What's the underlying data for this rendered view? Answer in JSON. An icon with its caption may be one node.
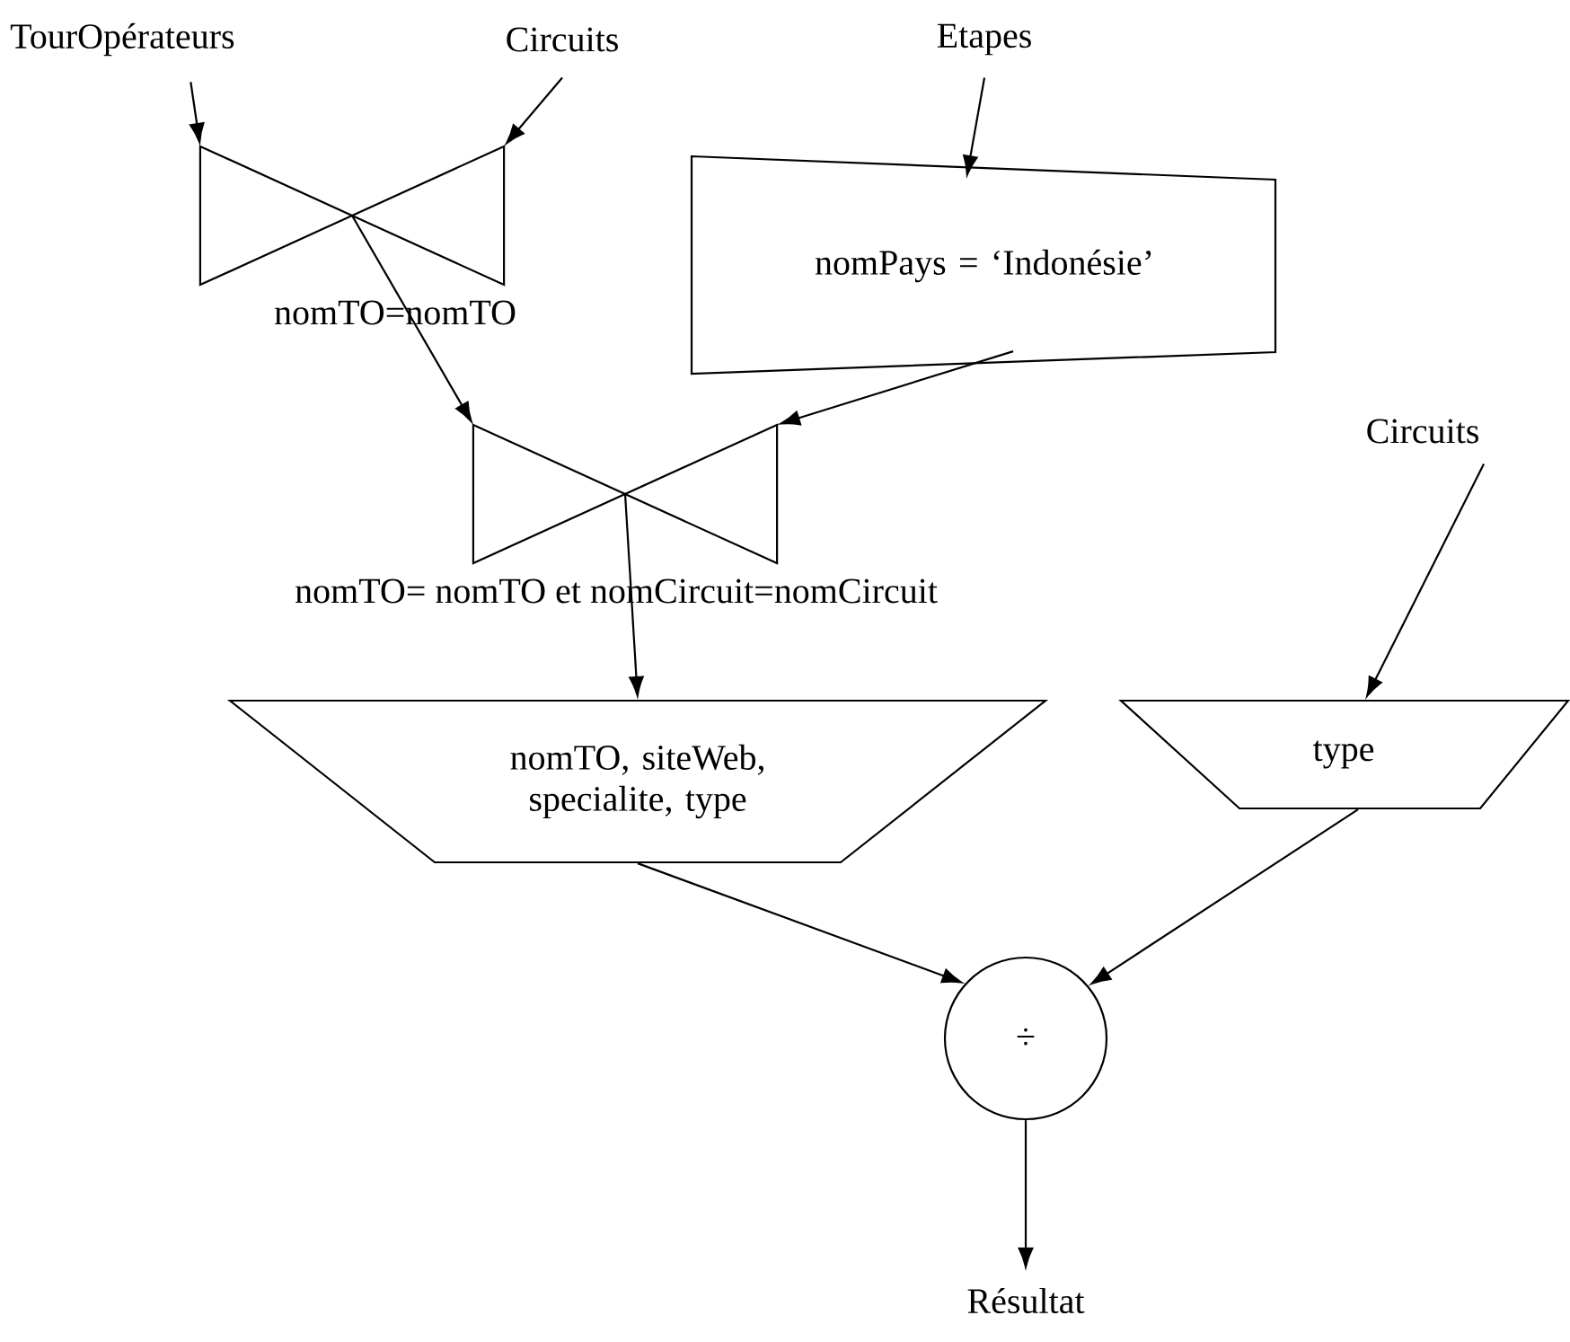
{
  "diagram": {
    "nodes": [
      {
        "text": [
          "TourOpérateurs"
        ]
      },
      {
        "text": [
          "Circuits"
        ]
      },
      {
        "text": [
          "nomTO=nomTO"
        ]
      },
      {
        "text": [
          "Etapes"
        ]
      },
      {
        "text": [
          "nomPays = ‘Indonésie’"
        ]
      },
      {
        "text": [
          "nomTO= nomTO et nomCircuit=nomCircuit"
        ]
      },
      {
        "text": [
          "Circuits"
        ]
      },
      {
        "text": [
          "nomTO, siteWeb, specialite, type"
        ]
      },
      {
        "text": [
          "type"
        ]
      },
      {
        "text": [
          "÷"
        ]
      },
      {
        "text": [
          "Résultat"
        ]
      }
    ],
    "edges": [
      {
        "from": 0,
        "to": 2,
        "arrow": "to"
      },
      {
        "from": 1,
        "to": 2,
        "arrow": "to"
      },
      {
        "from": 2,
        "to": 5,
        "arrow": "to"
      },
      {
        "from": 3,
        "to": 4,
        "arrow": "to"
      },
      {
        "from": 4,
        "to": 5,
        "arrow": "to"
      },
      {
        "from": 5,
        "to": 7,
        "arrow": "to"
      },
      {
        "from": 6,
        "to": 8,
        "arrow": "to"
      },
      {
        "from": 7,
        "to": 9,
        "arrow": "to"
      },
      {
        "from": 8,
        "to": 9,
        "arrow": "to"
      },
      {
        "from": 9,
        "to": 10,
        "arrow": "to"
      }
    ]
  }
}
